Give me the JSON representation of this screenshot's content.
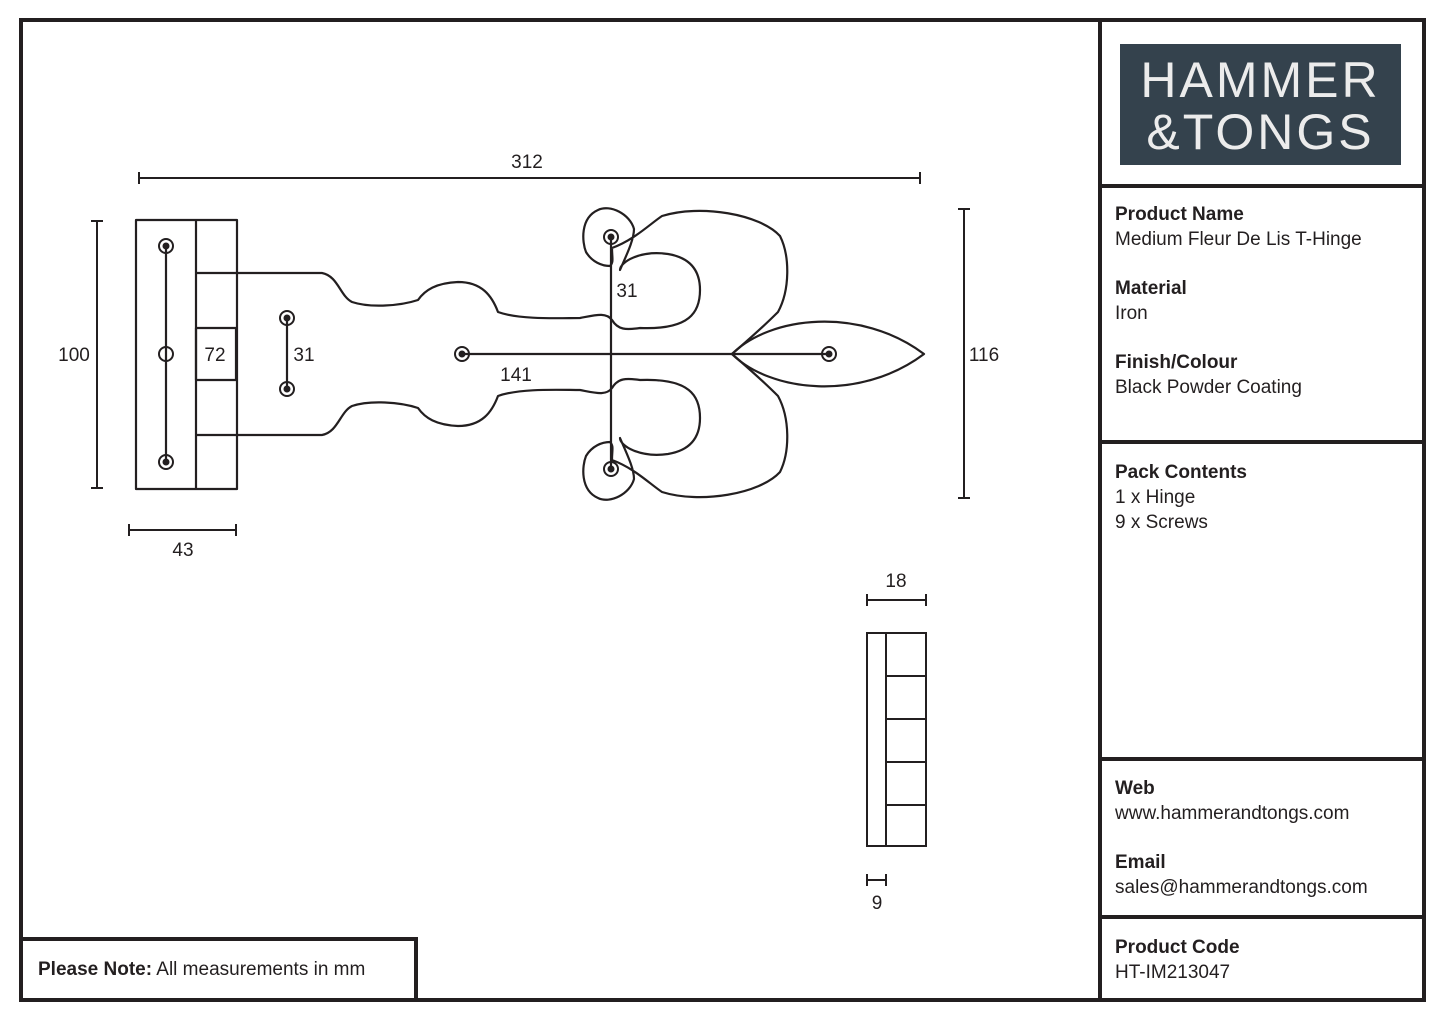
{
  "brand": {
    "line1": "HAMMER",
    "line2": "&TONGS"
  },
  "product_name": {
    "label": "Product Name",
    "value": "Medium Fleur De Lis T-Hinge"
  },
  "material": {
    "label": "Material",
    "value": "Iron"
  },
  "finish": {
    "label": "Finish/Colour",
    "value": "Black Powder Coating"
  },
  "pack": {
    "label": "Pack Contents",
    "items": [
      "1 x Hinge",
      "9 x Screws"
    ]
  },
  "web": {
    "label": "Web",
    "value": "www.hammerandtongs.com"
  },
  "email": {
    "label": "Email",
    "value": "sales@hammerandtongs.com"
  },
  "code": {
    "label": "Product Code",
    "value": "HT-IM213047"
  },
  "note": {
    "label": "Please Note:",
    "text": "All measurements in mm"
  },
  "dimensions": {
    "overall_length": "312",
    "plate_height": "100",
    "plate_width": "43",
    "plate_inner": "72",
    "strap_holes": "31",
    "leaf_holes": "31",
    "center_length": "141",
    "total_height": "116",
    "side_width": "18",
    "side_thickness": "9"
  }
}
